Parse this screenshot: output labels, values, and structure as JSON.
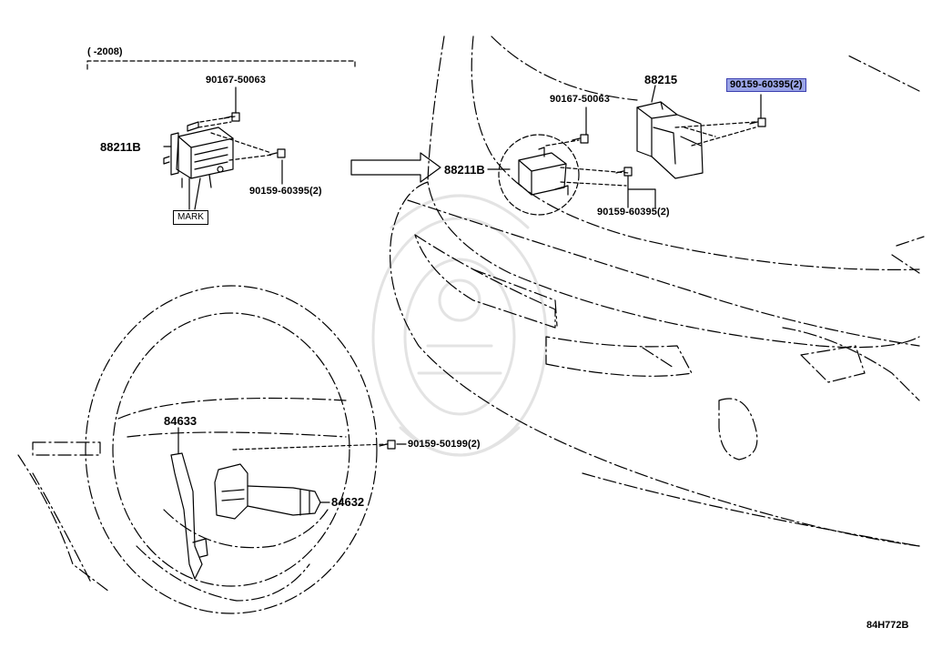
{
  "range_label": "(     -2008)",
  "figure_id": "84H772B",
  "callouts": {
    "inset_bolt_top": "90167-50063",
    "inset_sensor": "88211B",
    "inset_bolt_bottom": "90159-60395(2)",
    "inset_mark": "MARK",
    "main_bolt": "90167-50063",
    "main_sensor": "88211B",
    "main_bracket": "88215",
    "main_bolt_highlight": "90159-60395(2)",
    "main_bolt_bottom": "90159-60395(2)",
    "wheel_lever_a": "84633",
    "wheel_screw": "90159-50199(2)",
    "wheel_switch": "84632"
  },
  "colors": {
    "line": "#000000",
    "highlight_fill": "#9aa4e6",
    "highlight_border": "#3b3fb0",
    "watermark": "#e6e6e6"
  }
}
